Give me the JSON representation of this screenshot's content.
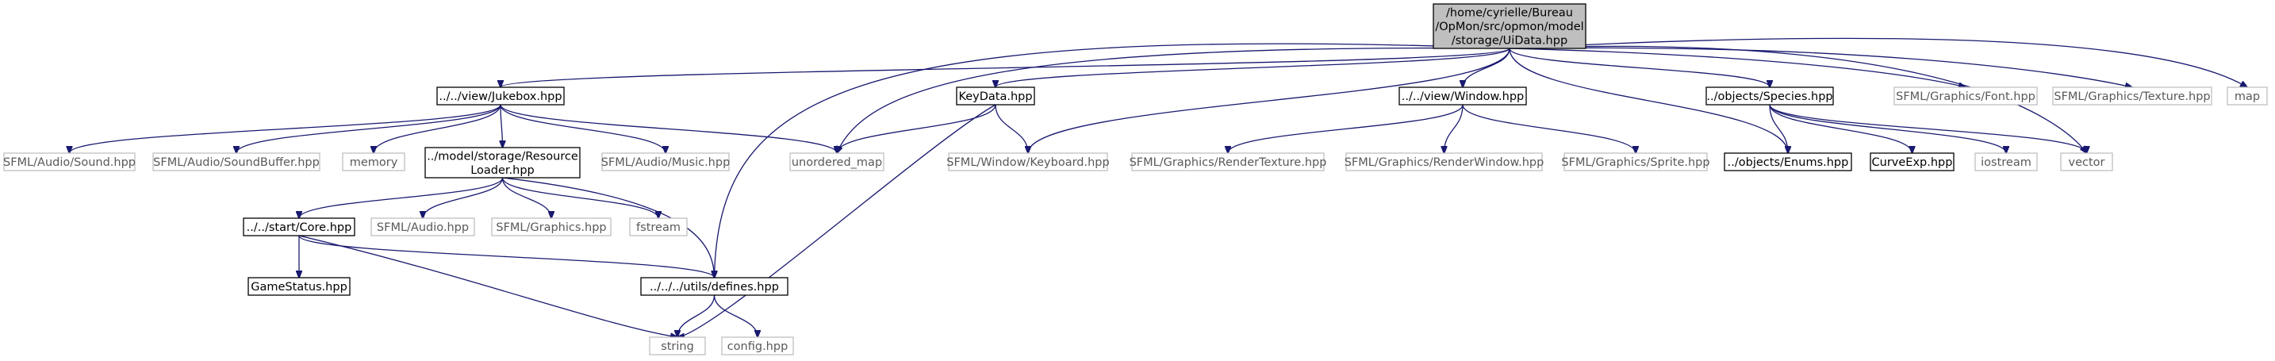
{
  "colors": {
    "edge": "#191970",
    "doc_border": "#000000",
    "ext_border": "#bfbfbf",
    "root_fill": "#bfbfbf",
    "ext_text": "#595959"
  },
  "nodes": {
    "root": {
      "lines": [
        "/home/cyrielle/Bureau",
        "/OpMon/src/opmon/model",
        "/storage/UiData.hpp"
      ],
      "kind": "root"
    },
    "jukebox": {
      "lines": [
        "../../view/Jukebox.hpp"
      ],
      "kind": "doc"
    },
    "keydata": {
      "lines": [
        "KeyData.hpp"
      ],
      "kind": "doc"
    },
    "window": {
      "lines": [
        "../../view/Window.hpp"
      ],
      "kind": "doc"
    },
    "species": {
      "lines": [
        "../objects/Species.hpp"
      ],
      "kind": "doc"
    },
    "sfml_font": {
      "lines": [
        "SFML/Graphics/Font.hpp"
      ],
      "kind": "ext"
    },
    "sfml_texture": {
      "lines": [
        "SFML/Graphics/Texture.hpp"
      ],
      "kind": "ext"
    },
    "map": {
      "lines": [
        "map"
      ],
      "kind": "ext"
    },
    "sfml_sound": {
      "lines": [
        "SFML/Audio/Sound.hpp"
      ],
      "kind": "ext"
    },
    "sfml_soundbuffer": {
      "lines": [
        "SFML/Audio/SoundBuffer.hpp"
      ],
      "kind": "ext"
    },
    "memory": {
      "lines": [
        "memory"
      ],
      "kind": "ext"
    },
    "resourceloader": {
      "lines": [
        "../model/storage/Resource",
        "Loader.hpp"
      ],
      "kind": "doc"
    },
    "sfml_music": {
      "lines": [
        "SFML/Audio/Music.hpp"
      ],
      "kind": "ext"
    },
    "unordered_map": {
      "lines": [
        "unordered_map"
      ],
      "kind": "ext"
    },
    "sfml_keyboard": {
      "lines": [
        "SFML/Window/Keyboard.hpp"
      ],
      "kind": "ext"
    },
    "sfml_rendertexture": {
      "lines": [
        "SFML/Graphics/RenderTexture.hpp"
      ],
      "kind": "ext"
    },
    "sfml_renderwindow": {
      "lines": [
        "SFML/Graphics/RenderWindow.hpp"
      ],
      "kind": "ext"
    },
    "sfml_sprite": {
      "lines": [
        "SFML/Graphics/Sprite.hpp"
      ],
      "kind": "ext"
    },
    "enums": {
      "lines": [
        "../objects/Enums.hpp"
      ],
      "kind": "doc"
    },
    "curveexp": {
      "lines": [
        "CurveExp.hpp"
      ],
      "kind": "doc"
    },
    "iostream": {
      "lines": [
        "iostream"
      ],
      "kind": "ext"
    },
    "vector": {
      "lines": [
        "vector"
      ],
      "kind": "ext"
    },
    "core": {
      "lines": [
        "../../start/Core.hpp"
      ],
      "kind": "doc"
    },
    "sfml_audio": {
      "lines": [
        "SFML/Audio.hpp"
      ],
      "kind": "ext"
    },
    "sfml_graphics": {
      "lines": [
        "SFML/Graphics.hpp"
      ],
      "kind": "ext"
    },
    "fstream": {
      "lines": [
        "fstream"
      ],
      "kind": "ext"
    },
    "gamestatus": {
      "lines": [
        "GameStatus.hpp"
      ],
      "kind": "doc"
    },
    "defines": {
      "lines": [
        "../../../utils/defines.hpp"
      ],
      "kind": "doc"
    },
    "string": {
      "lines": [
        "string"
      ],
      "kind": "ext"
    },
    "config": {
      "lines": [
        "config.hpp"
      ],
      "kind": "ext"
    }
  },
  "edges": [
    [
      "root",
      "jukebox"
    ],
    [
      "root",
      "keydata"
    ],
    [
      "root",
      "window"
    ],
    [
      "root",
      "species"
    ],
    [
      "root",
      "sfml_font"
    ],
    [
      "root",
      "sfml_texture"
    ],
    [
      "root",
      "map"
    ],
    [
      "root",
      "unordered_map"
    ],
    [
      "root",
      "sfml_keyboard"
    ],
    [
      "root",
      "enums"
    ],
    [
      "root",
      "vector"
    ],
    [
      "root",
      "defines"
    ],
    [
      "jukebox",
      "sfml_sound"
    ],
    [
      "jukebox",
      "sfml_soundbuffer"
    ],
    [
      "jukebox",
      "memory"
    ],
    [
      "jukebox",
      "resourceloader"
    ],
    [
      "jukebox",
      "sfml_music"
    ],
    [
      "jukebox",
      "unordered_map"
    ],
    [
      "keydata",
      "unordered_map"
    ],
    [
      "keydata",
      "sfml_keyboard"
    ],
    [
      "keydata",
      "string"
    ],
    [
      "window",
      "sfml_rendertexture"
    ],
    [
      "window",
      "sfml_renderwindow"
    ],
    [
      "window",
      "sfml_sprite"
    ],
    [
      "species",
      "enums"
    ],
    [
      "species",
      "curveexp"
    ],
    [
      "species",
      "iostream"
    ],
    [
      "species",
      "vector"
    ],
    [
      "resourceloader",
      "core"
    ],
    [
      "resourceloader",
      "sfml_audio"
    ],
    [
      "resourceloader",
      "sfml_graphics"
    ],
    [
      "resourceloader",
      "fstream"
    ],
    [
      "resourceloader",
      "defines"
    ],
    [
      "core",
      "gamestatus"
    ],
    [
      "core",
      "defines"
    ],
    [
      "core",
      "string"
    ],
    [
      "defines",
      "string"
    ],
    [
      "defines",
      "config"
    ]
  ]
}
